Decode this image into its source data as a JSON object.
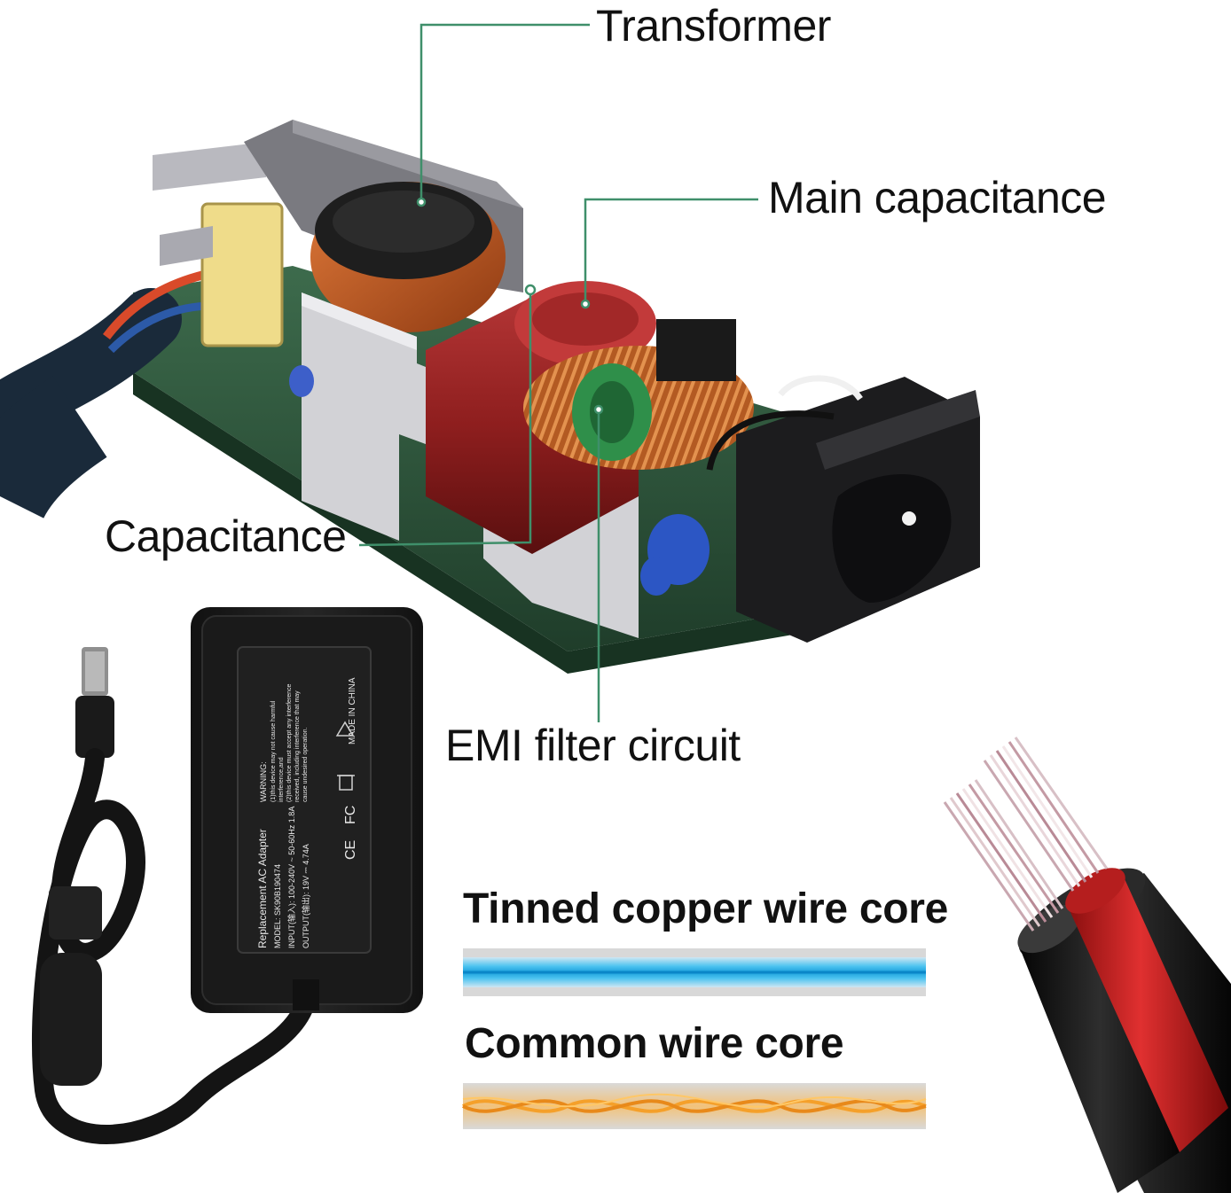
{
  "callouts": {
    "transformer": "Transformer",
    "main_capacitance": "Main capacitance",
    "capacitance": "Capacitance",
    "emi_filter": "EMI filter circuit"
  },
  "wire_comparison": {
    "tinned": "Tinned copper wire core",
    "common": "Common wire core"
  },
  "adapter_label": {
    "title": "Replacement AC Adapter",
    "model": "MODEL: SK90B190474",
    "input": "INPUT(输入): 100-240V ~ 50-60Hz 1.8A",
    "output": "OUTPUT(输出): 19V ⎓ 4.74A",
    "warning_title": "WARNING:",
    "warning_1": "(1)this device may not cause harmful",
    "warning_2": "interference,and",
    "warning_3": "(2)this device must accept any interference",
    "warning_4": "received, including interference that may",
    "warning_5": "cause undesired operation.",
    "made_in": "MADE IN CHINA",
    "fc": "FC",
    "ce": "CE"
  },
  "colors": {
    "leader_line": "#3f8f6a",
    "pcb": "#2f5a3e",
    "capacitor": "#8e1e1e",
    "copper_coil": "#c4692e",
    "adapter": "#1c1c1c",
    "tinned_core": "#33b5e8",
    "common_core": "#f1a531",
    "cable_red": "#d42424",
    "cable_black": "#1a1a1a"
  }
}
